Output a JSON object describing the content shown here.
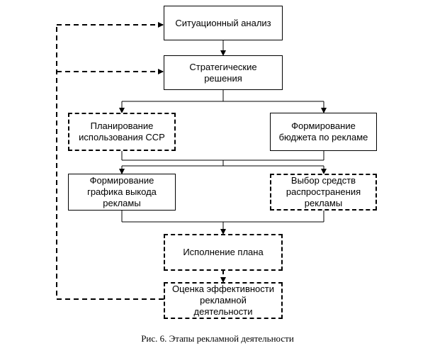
{
  "diagram": {
    "nodes": {
      "situational_analysis": "Ситуационный анализ",
      "strategic_decisions": "Стратегические\nрешения",
      "ssr_planning": "Планирование\nиспользования ССР",
      "budget_forming": "Формирование\nбюджета по рекламе",
      "schedule_forming": "Формирование\nграфика выкода\nрекламы",
      "media_selection": "Выбор средств\nраспространения\nрекламы",
      "plan_execution": "Исполнение плана",
      "effectiveness_eval": "Оценка эффективности\nрекламной\nдеятельности"
    },
    "caption": "Рис. 6. Этапы рекламной деятельности"
  }
}
